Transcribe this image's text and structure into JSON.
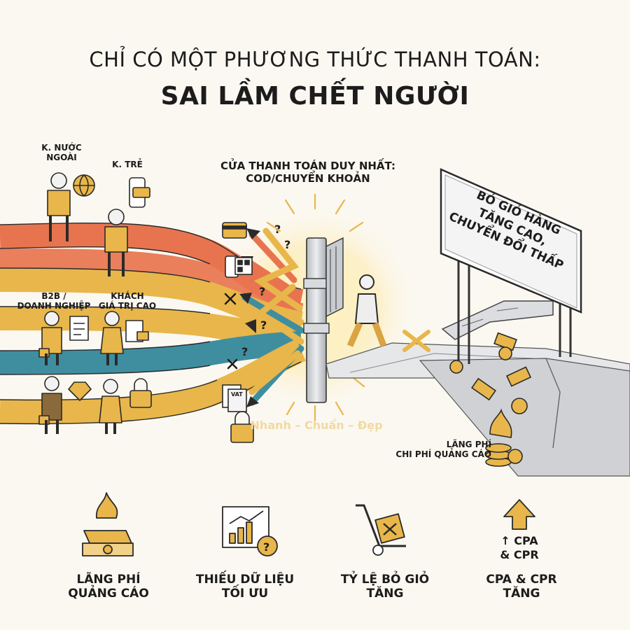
{
  "title": {
    "line1": "CHỈ CÓ MỘT PHƯƠNG THỨC THANH TOÁN:",
    "line2": "SAI LẦM CHẾT NGƯỜI"
  },
  "customers": {
    "foreign": {
      "line1": "K. NƯỚC",
      "line2": "NGOÀI"
    },
    "young": "K. TRẺ",
    "b2b": {
      "line1": "B2B /",
      "line2": "DOANH NGHIỆP"
    },
    "high_value": {
      "line1": "KHÁCH",
      "line2": "GIÁ TRỊ CAO"
    }
  },
  "gate": {
    "line1": "CỬA THANH TOÁN DUY NHẤT:",
    "line2": "COD/CHUYỂN KHOẢN"
  },
  "billboard": {
    "line1": "BỎ GIỎ HÀNG",
    "line2": "TĂNG CAO,",
    "line3": "CHUYỂN ĐỔI THẤP"
  },
  "icons": {
    "vat_label": "VAT",
    "question": "?"
  },
  "waste_label": {
    "line1": "LÃNG PHÍ",
    "line2": "CHI PHÍ QUẢNG CÁO"
  },
  "watermark": "Nhanh – Chuẩn – Đẹp",
  "consequences": [
    {
      "line1": "LÃNG PHÍ",
      "line2": "QUẢNG CÁO",
      "icon": "burning-money-icon"
    },
    {
      "line1": "THIẾU DỮ LIỆU",
      "line2": "TỐI ƯU",
      "icon": "chart-question-icon"
    },
    {
      "line1": "TỶ LỆ BỎ GIỎ",
      "line2": "TĂNG",
      "icon": "hand-truck-icon"
    },
    {
      "line1": "CPA & CPR",
      "line2": "TĂNG",
      "icon": "up-arrow-icon",
      "icon_text1": "↑ CPA",
      "icon_text2": "& CPR"
    }
  ],
  "colors": {
    "red": "#e8744f",
    "gold": "#e8b64a",
    "teal": "#3f8ea0",
    "gold_icon": "#e9b548",
    "ink": "#1c1c1c",
    "background": "#fbf8f1"
  }
}
